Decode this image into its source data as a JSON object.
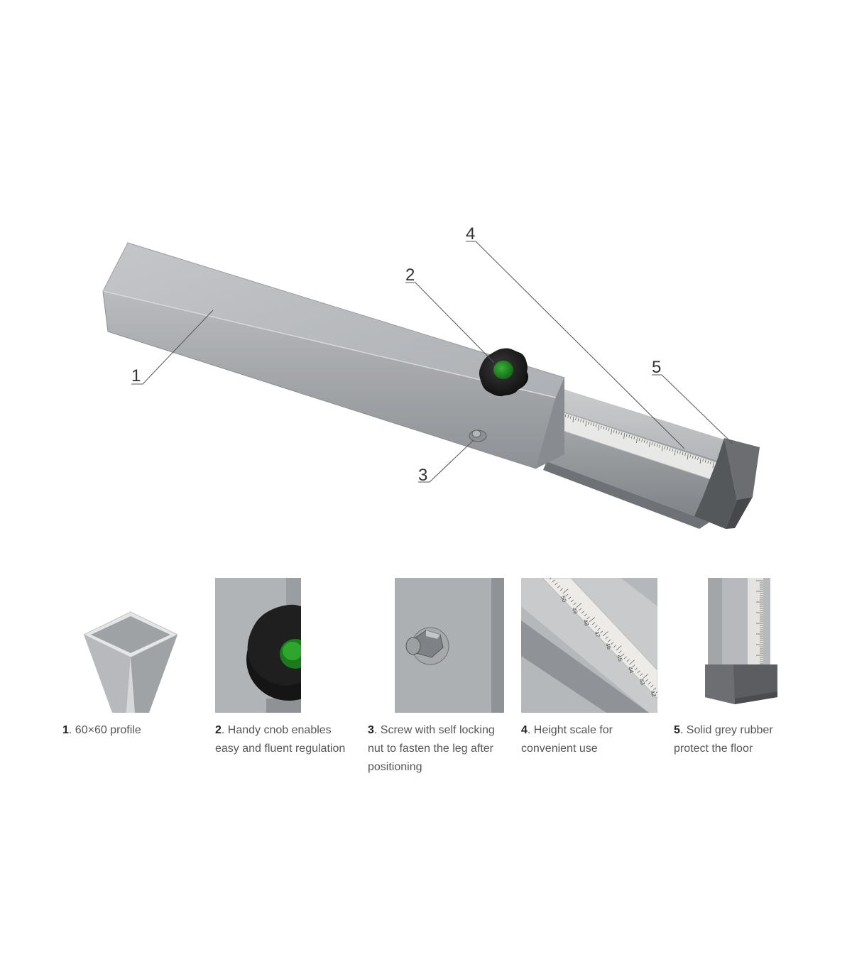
{
  "callouts": [
    {
      "number": "1"
    },
    {
      "number": "2"
    },
    {
      "number": "3"
    },
    {
      "number": "4"
    },
    {
      "number": "5"
    }
  ],
  "features": [
    {
      "number": "1",
      "text": ". 60×60 profile"
    },
    {
      "number": "2",
      "text": ". Handy cnob enables easy and fluent regulation"
    },
    {
      "number": "3",
      "text": ". Screw with self locking nut to fasten the leg after positioning"
    },
    {
      "number": "4",
      "text": ". Height scale for convenient use"
    },
    {
      "number": "5",
      "text": ". Solid grey rubber protect the floor"
    }
  ],
  "scale_labels": [
    "42",
    "43",
    "44",
    "45",
    "46",
    "47",
    "48",
    "49",
    "50"
  ],
  "colors": {
    "steel_light": "#c9cacc",
    "steel_mid": "#a4a6a9",
    "steel_dark": "#7d8084",
    "knob": "#1c1c1c",
    "knob_center": "#1f8a1f",
    "rubber": "#5d5f61",
    "text": "#555555"
  },
  "icons": [
    "square-profile-icon",
    "knob-icon",
    "screw-icon",
    "scale-icon",
    "rubber-foot-icon"
  ]
}
